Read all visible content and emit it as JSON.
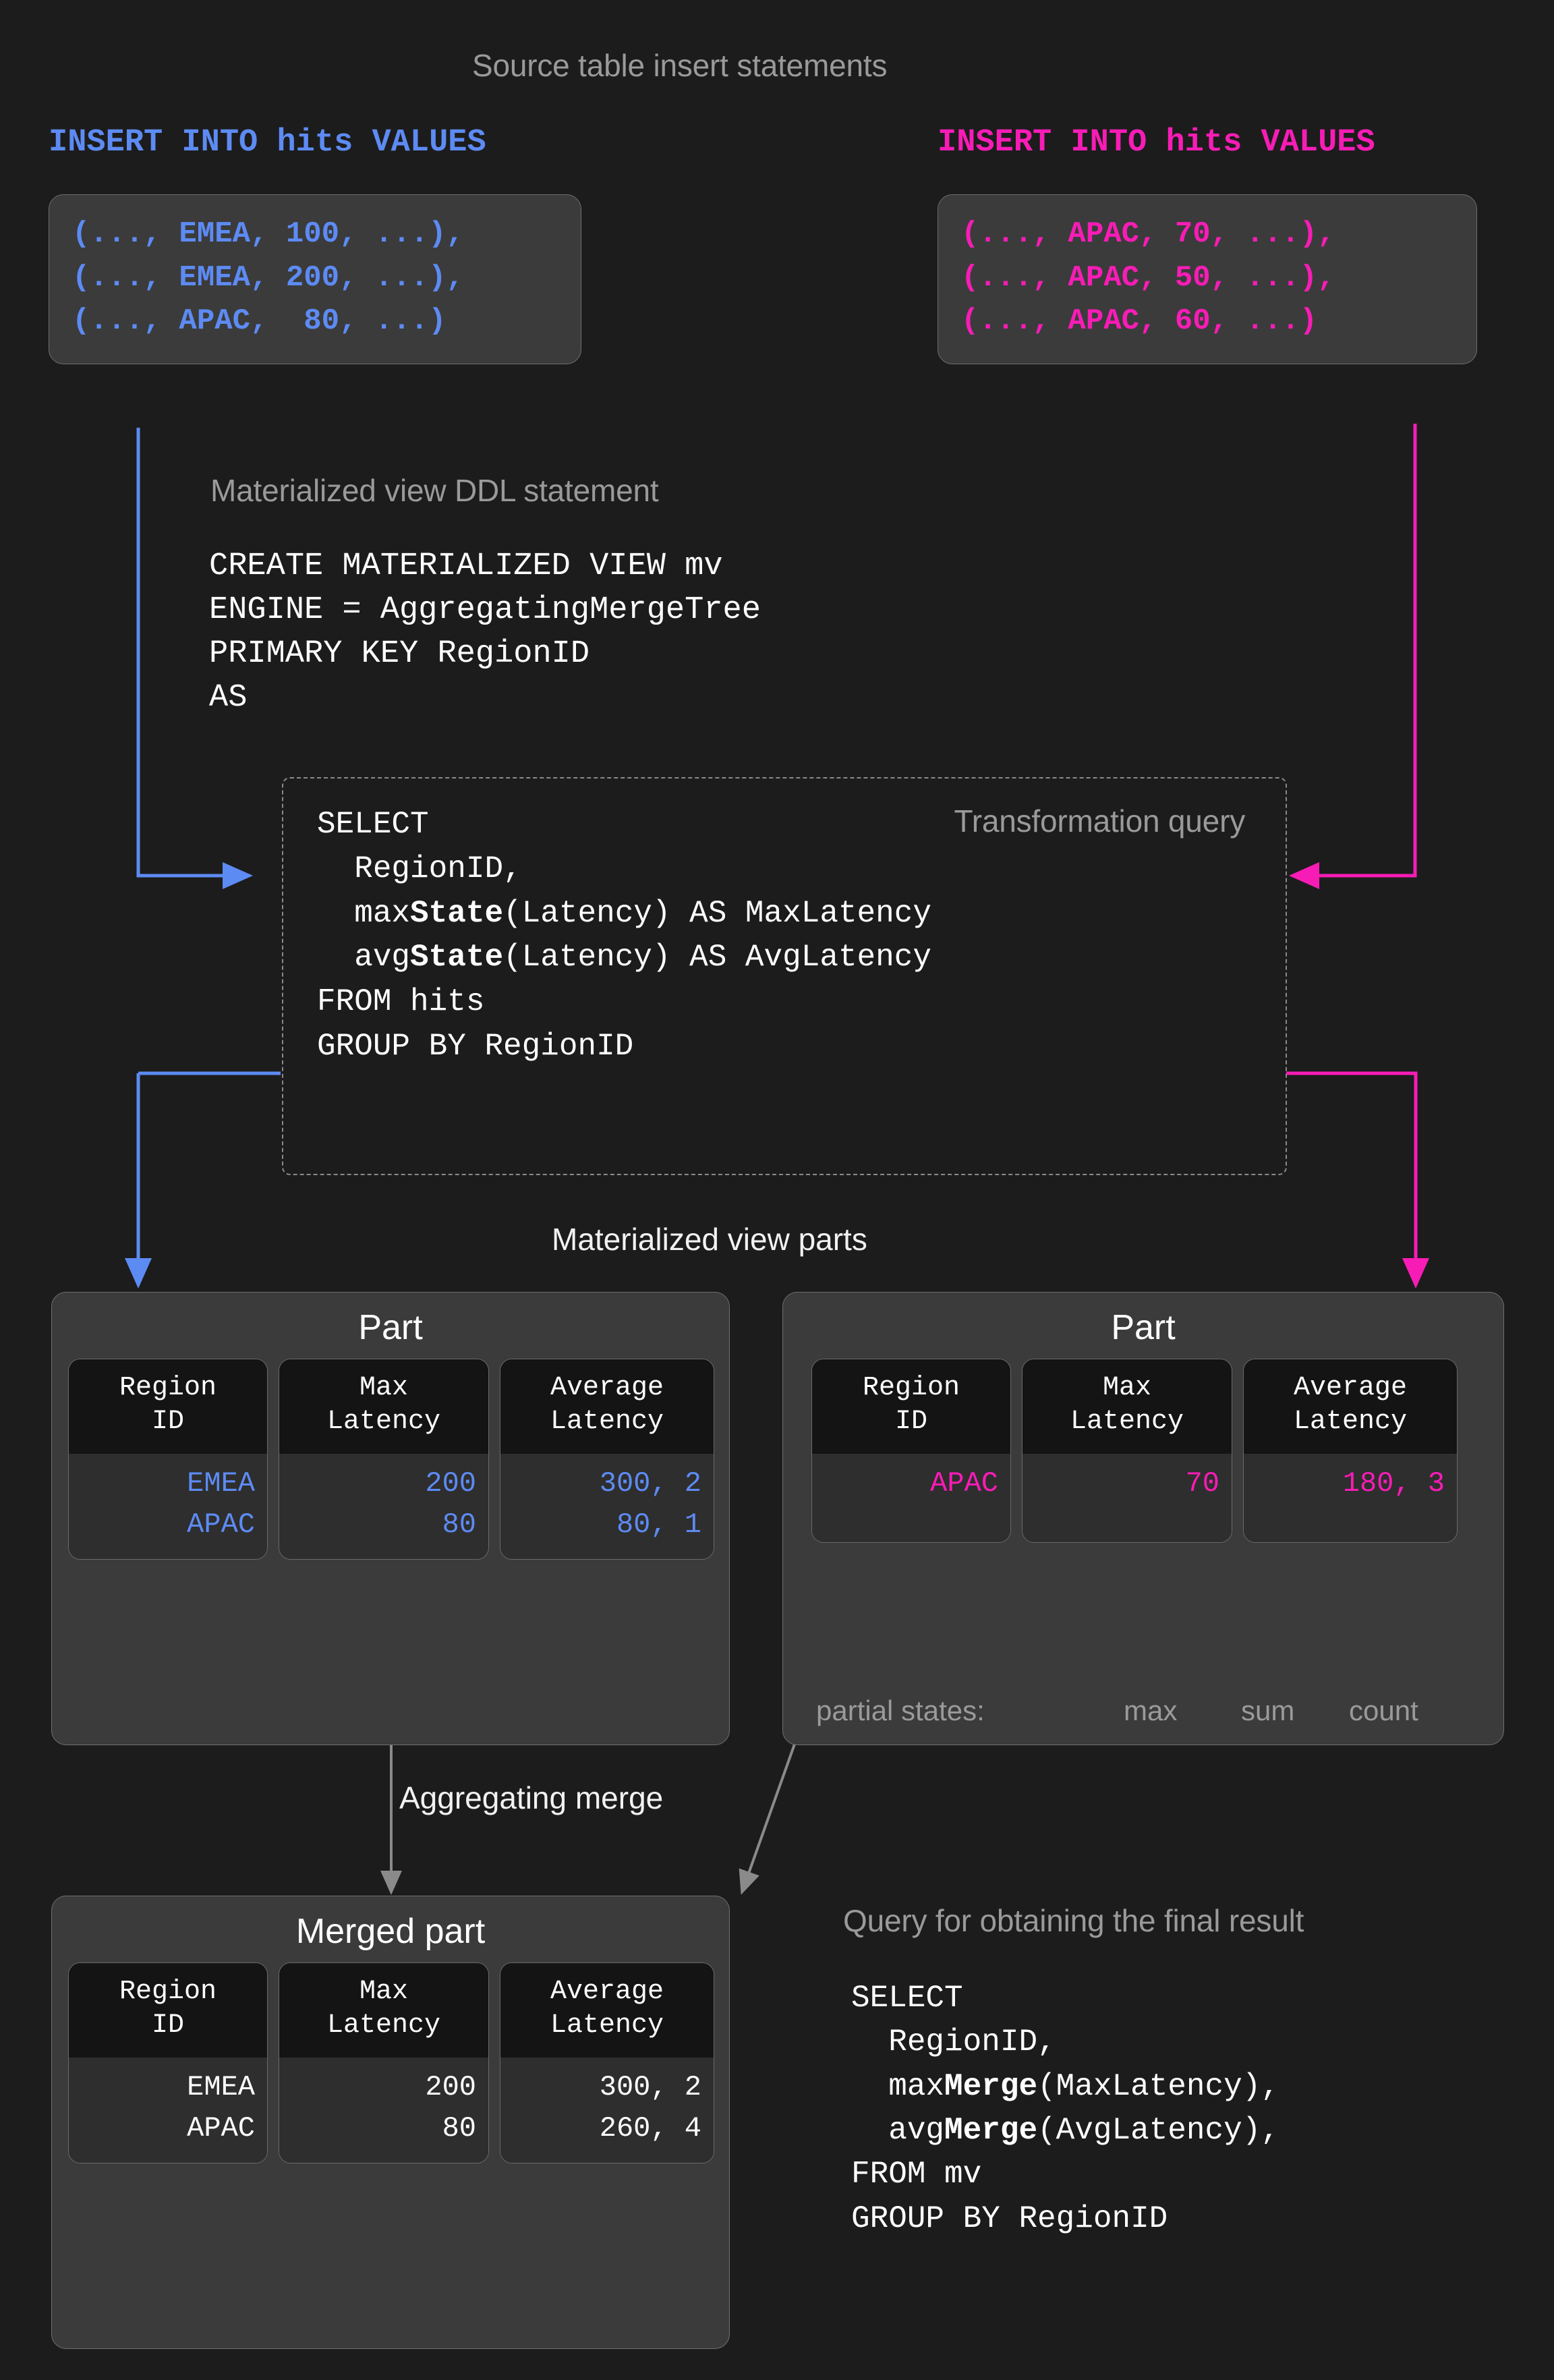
{
  "colors": {
    "background": "#1c1c1c",
    "card": "#3b3b3b",
    "cell": "#2e2e2e",
    "cell_header": "#141414",
    "blue": "#5d8bf4",
    "pink": "#f81cb6",
    "grey_text": "#9a9a9a",
    "white_text": "#ffffff",
    "arrow_grey": "#8a8a8a"
  },
  "headings": {
    "source_inserts": "Source table insert statements",
    "ddl": "Materialized view DDL statement",
    "transformation_query": "Transformation query",
    "mv_parts": "Materialized view parts",
    "aggregating_merge": "Aggregating merge",
    "final_query": "Query for obtaining the final result"
  },
  "inserts": [
    {
      "id": "insert-left",
      "color": "blue",
      "header": "INSERT INTO hits VALUES",
      "rows": [
        "(..., EMEA, 100, ...),",
        "(..., EMEA, 200, ...),",
        "(..., APAC,  80, ...)"
      ]
    },
    {
      "id": "insert-right",
      "color": "pink",
      "header": "INSERT INTO hits VALUES",
      "rows": [
        "(..., APAC, 70, ...),",
        "(..., APAC, 50, ...),",
        "(..., APAC, 60, ...)"
      ]
    }
  ],
  "ddl": {
    "lines": [
      "CREATE MATERIALIZED VIEW mv",
      "ENGINE = AggregatingMergeTree",
      "PRIMARY KEY RegionID",
      "AS"
    ]
  },
  "transformation_query": {
    "lines": [
      {
        "plain": "SELECT"
      },
      {
        "plain": "  RegionID,"
      },
      {
        "pre": "  max",
        "bold": "State",
        "post": "(Latency) AS MaxLatency"
      },
      {
        "pre": "  avg",
        "bold": "State",
        "post": "(Latency) AS AvgLatency"
      },
      {
        "plain": "FROM hits"
      },
      {
        "plain": "GROUP BY RegionID"
      }
    ]
  },
  "parts": [
    {
      "id": "part-left",
      "title": "Part",
      "value_color": "blue",
      "columns": [
        {
          "header": "Region\nID",
          "values": [
            "EMEA",
            "APAC"
          ]
        },
        {
          "header": "Max\nLatency",
          "values": [
            "200",
            "80"
          ]
        },
        {
          "header": "Average\nLatency",
          "values": [
            "300, 2",
            "80, 1"
          ]
        }
      ]
    },
    {
      "id": "part-right",
      "title": "Part",
      "value_color": "pink",
      "columns": [
        {
          "header": "Region\nID",
          "values": [
            "APAC"
          ]
        },
        {
          "header": "Max\nLatency",
          "values": [
            "70"
          ]
        },
        {
          "header": "Average\nLatency",
          "values": [
            "180, 3"
          ]
        }
      ],
      "partial_states": {
        "label": "partial states:",
        "items": [
          "max",
          "sum",
          "count"
        ]
      }
    }
  ],
  "merged_part": {
    "id": "merged-part",
    "title": "Merged part",
    "value_color": "white",
    "columns": [
      {
        "header": "Region\nID",
        "values": [
          "EMEA",
          "APAC"
        ]
      },
      {
        "header": "Max\nLatency",
        "values": [
          "200",
          "80"
        ]
      },
      {
        "header": "Average\nLatency",
        "values": [
          "300, 2",
          "260, 4"
        ]
      }
    ]
  },
  "final_query": {
    "lines": [
      {
        "plain": "SELECT"
      },
      {
        "plain": "  RegionID,"
      },
      {
        "pre": "  max",
        "bold": "Merge",
        "post": "(MaxLatency),"
      },
      {
        "pre": "  avg",
        "bold": "Merge",
        "post": "(AvgLatency),"
      },
      {
        "plain": "FROM mv"
      },
      {
        "plain": "GROUP BY RegionID"
      }
    ]
  }
}
